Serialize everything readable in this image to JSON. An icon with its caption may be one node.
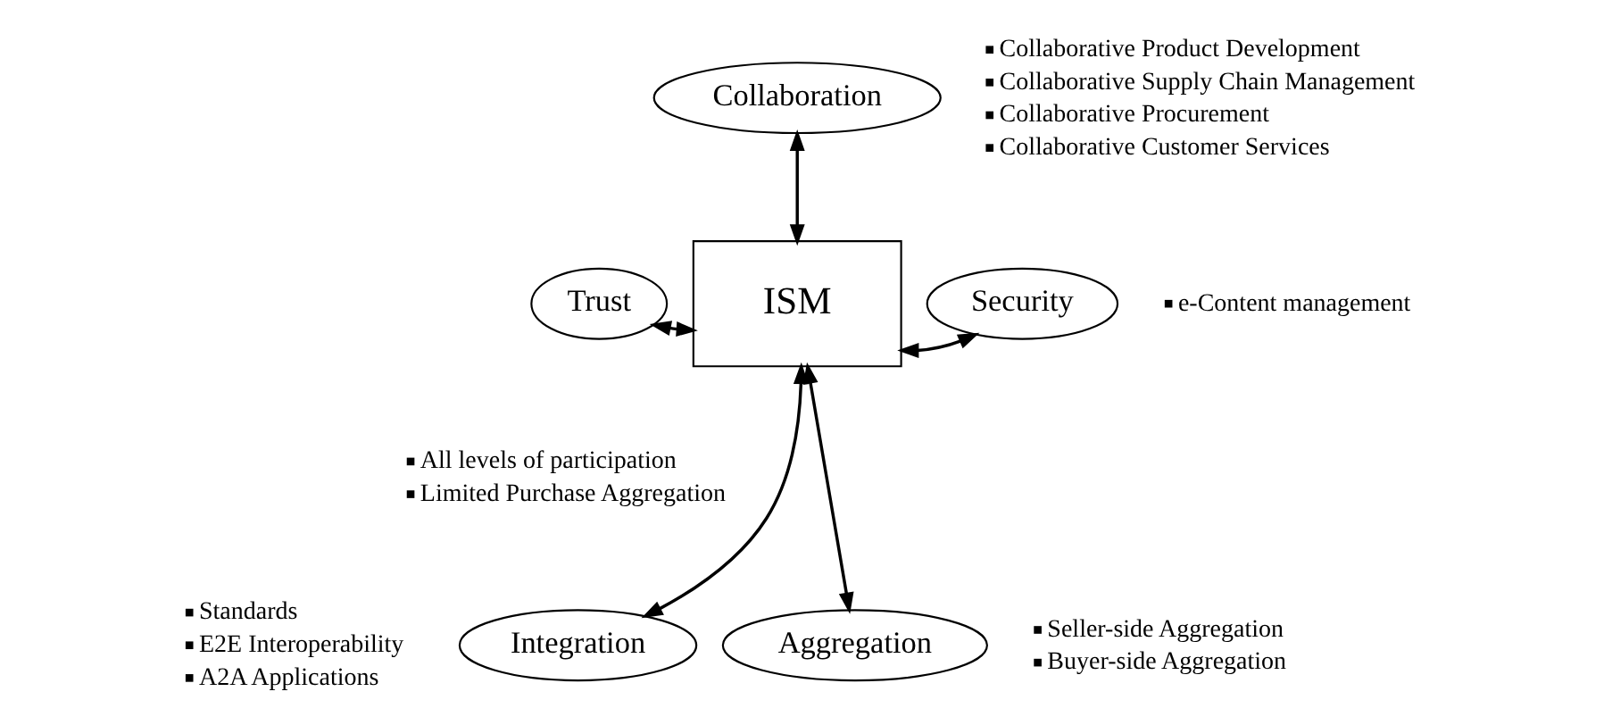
{
  "diagram": {
    "nodes": [
      {
        "text": [
          "Collaboration"
        ],
        "beside": [
          "Collaborative Product Development",
          "Collaborative Supply Chain Management",
          "Collaborative Procurement",
          "Collaborative Customer Services"
        ]
      },
      {
        "text": [
          "Trust"
        ],
        "beside": [
          "All levels of participation",
          "Limited Purchase Aggregation"
        ]
      },
      {
        "text": [
          "Security"
        ],
        "beside": [
          "e-Content management"
        ]
      },
      {
        "text": [
          "ISM"
        ]
      },
      {
        "text": [
          "Integration"
        ],
        "beside": [
          "Standards",
          "E2E Interoperability",
          "A2A Applications"
        ]
      },
      {
        "text": [
          "Aggregation"
        ],
        "beside": [
          "Seller-side Aggregation",
          "Buyer-side Aggregation"
        ]
      }
    ],
    "edges": [
      {
        "from": 0,
        "to": 3,
        "arrow": "both"
      },
      {
        "from": 1,
        "to": 3,
        "arrow": "both"
      },
      {
        "from": 2,
        "to": 3,
        "arrow": "both"
      },
      {
        "from": 3,
        "to": 4,
        "arrow": "both"
      },
      {
        "from": 3,
        "to": 5,
        "arrow": "both"
      }
    ]
  }
}
